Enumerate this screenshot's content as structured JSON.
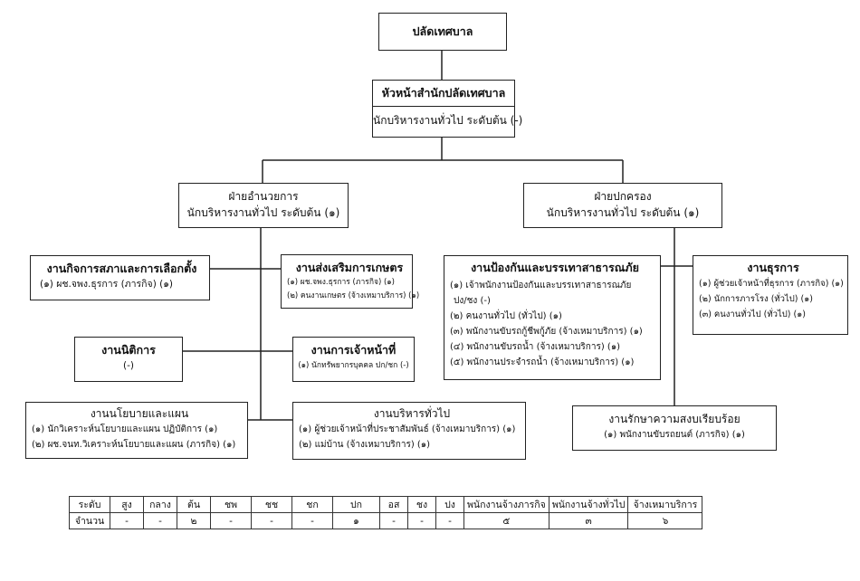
{
  "chart": {
    "top": {
      "title": "ปลัดเทศบาล"
    },
    "office": {
      "title": "หัวหน้าสำนักปลัดเทศบาล",
      "subtitle": "นักบริหารงานทั่วไป ระดับต้น (-)"
    },
    "admin_div": {
      "title": "ฝ่ายอำนวยการ",
      "subtitle": "นักบริหารงานทั่วไป  ระดับต้น (๑)"
    },
    "gov_div": {
      "title": "ฝ่ายปกครอง",
      "subtitle": "นักบริหารงานทั่วไป  ระดับต้น (๑)"
    },
    "council": {
      "title": "งานกิจการสภาและการเลือกตั้ง",
      "lines": [
        "(๑) ผช.จพง.ธุรการ (ภารกิจ) (๑)"
      ]
    },
    "agri": {
      "title": "งานส่งเสริมการเกษตร",
      "lines": [
        "(๑) ผช.จพง.ธุรการ (ภารกิจ) (๑)",
        "(๒) คนงานเกษตร (จ้างเหมาบริการ) (๑)"
      ]
    },
    "legal": {
      "title": "งานนิติการ",
      "lines": [
        "(-)"
      ]
    },
    "personnel": {
      "title": "งานการเจ้าหน้าที่",
      "lines": [
        "(๑) นักทรัพยากรบุคคล ปก/ชก (-)"
      ]
    },
    "policy": {
      "title": "งานนโยบายและแผน",
      "lines": [
        "(๑) นักวิเคราะห์นโยบายและแผน  ปฏิบัติการ  (๑)",
        "(๒) ผช.จนท.วิเคราะห์นโยบายและแผน (ภารกิจ) (๑)"
      ]
    },
    "general": {
      "title": "งานบริหารทั่วไป",
      "lines": [
        "(๑)  ผู้ช่วยเจ้าหน้าที่ประชาสัมพันธ์ (จ้างเหมาบริการ) (๑)",
        "(๒)  แม่บ้าน (จ้างเหมาบริการ) (๑)"
      ]
    },
    "disaster": {
      "title": "งานป้องกันและบรรเทาสาธารณภัย",
      "lines": [
        "(๑) เจ้าพนักงานป้องกันและบรรเทาสาธารณภัย",
        "ปง/ชง (-)",
        "(๒) คนงานทั่วไป (ทั่วไป) (๑)",
        "(๓)  พนักงานขับรถกู้ชีพกู้ภัย  (จ้างเหมาบริการ) (๑)",
        "(๔)  พนักงานขับรถน้ำ  (จ้างเหมาบริการ) (๑)",
        "(๕)  พนักงานประจำรถน้ำ (จ้างเหมาบริการ) (๑)"
      ]
    },
    "clerical": {
      "title": "งานธุรการ",
      "lines": [
        "(๑) ผู้ช่วยเจ้าหน้าที่ธุรการ (ภารกิจ) (๑)",
        "(๒) นักการภารโรง  (ทั่วไป) (๑)",
        "(๓) คนงานทั่วไป  (ทั่วไป) (๑)"
      ]
    },
    "peace": {
      "title": "งานรักษาความสงบเรียบร้อย",
      "lines": [
        "(๑)  พนักงานขับรถยนต์  (ภารกิจ) (๑)"
      ]
    }
  },
  "table": {
    "headers": [
      "ระดับ",
      "สูง",
      "กลาง",
      "ต้น",
      "ชพ",
      "ชช",
      "ชก",
      "ปก",
      "อส",
      "ชง",
      "ปง",
      "พนักงานจ้างภารกิจ",
      "พนักงานจ้างทั่วไป",
      "จ้างเหมาบริการ"
    ],
    "values": [
      "จำนวน",
      "-",
      "-",
      "๒",
      "-",
      "-",
      "-",
      "๑",
      "-",
      "-",
      "-",
      "๕",
      "๓",
      "๖"
    ]
  }
}
